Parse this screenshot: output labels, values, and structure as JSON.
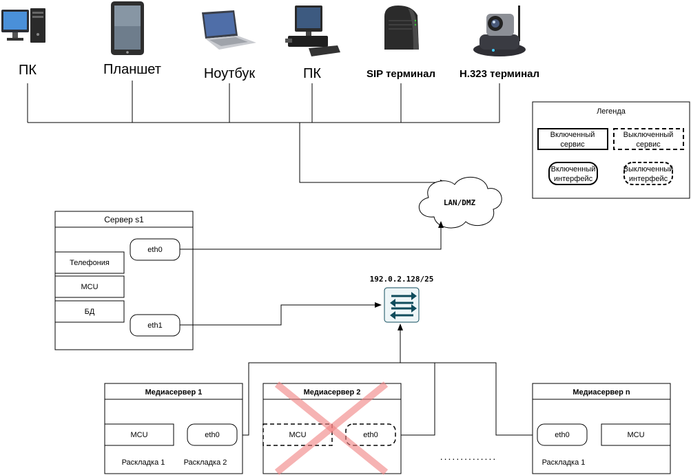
{
  "devices": [
    {
      "label": "ПК",
      "icon": "desktop-pc-icon"
    },
    {
      "label": "Планшет",
      "icon": "tablet-icon"
    },
    {
      "label": "Ноутбук",
      "icon": "laptop-icon"
    },
    {
      "label": "ПК",
      "icon": "desktop-pc-icon"
    },
    {
      "label": "SIP терминал",
      "icon": "sip-terminal-icon"
    },
    {
      "label": "H.323 терминал",
      "icon": "ip-camera-icon"
    }
  ],
  "legend": {
    "title": "Легенда",
    "service_on": [
      "Включенный",
      "сервис"
    ],
    "service_off": [
      "Выключенный",
      "сервис"
    ],
    "iface_on": [
      "Включенный",
      "интерфейс"
    ],
    "iface_off": [
      "Выключенный",
      "интерфейс"
    ]
  },
  "network": {
    "lan_label": "LAN/DMZ",
    "subnet_label": "192.0.2.128/25",
    "switch_icon": "network-switch-icon",
    "cloud_icon": "cloud-icon"
  },
  "server": {
    "title": "Сервер s1",
    "services": [
      "Телефония",
      "MCU",
      "БД"
    ],
    "eth0": "eth0",
    "eth1": "eth1"
  },
  "media1": {
    "title": "Медиасервер 1",
    "mcu": "MCU",
    "eth0": "eth0",
    "layouts": [
      "Раскладка 1",
      "Раскладка 2"
    ]
  },
  "media2": {
    "title": "Медиасервер 2",
    "mcu": "MCU",
    "eth0": "eth0",
    "status": "disabled"
  },
  "median": {
    "title": "Медиасервер n",
    "mcu": "MCU",
    "eth0": "eth0",
    "layouts": [
      "Раскладка 1"
    ]
  },
  "ellipsis": "..............",
  "colors": {
    "line": "#000000",
    "cross": "#f08080",
    "switch_bg": "#eef6f8",
    "switch_arrows": "#0f4c5c"
  }
}
